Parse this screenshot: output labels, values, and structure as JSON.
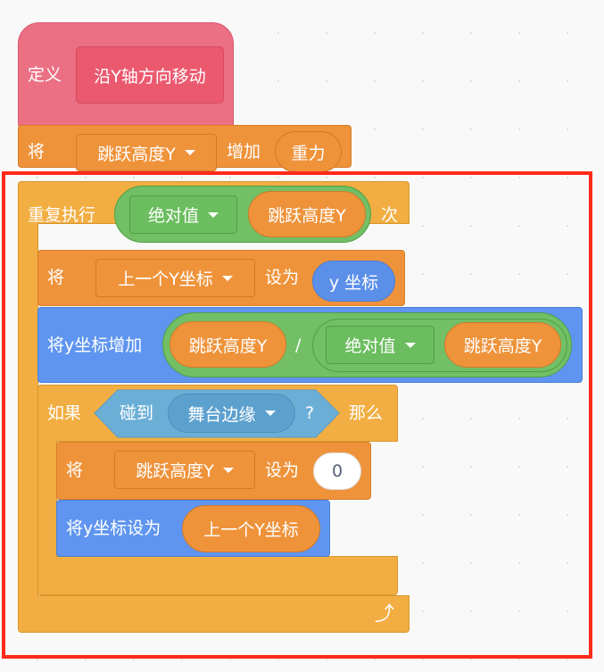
{
  "define_block": {
    "label": "定义",
    "name": "沿Y轴方向移动"
  },
  "change_var": {
    "label": "将",
    "variable": "跳跃高度Y",
    "op": "增加",
    "value": "重力"
  },
  "repeat": {
    "label": "重复执行",
    "func": "绝对值",
    "arg": "跳跃高度Y",
    "suffix": "次"
  },
  "set_prev": {
    "label": "将",
    "variable": "上一个Y坐标",
    "op": "设为",
    "value": "y 坐标"
  },
  "change_y": {
    "label": "将y坐标增加",
    "numerator": "跳跃高度Y",
    "divide": "/",
    "func": "绝对值",
    "arg": "跳跃高度Y"
  },
  "if_block": {
    "label": "如果",
    "sense_label": "碰到",
    "target": "舞台边缘",
    "q": "?",
    "then": "那么"
  },
  "set_zero": {
    "label": "将",
    "variable": "跳跃高度Y",
    "op": "设为",
    "value": "0"
  },
  "set_y": {
    "label": "将y坐标设为",
    "value": "上一个Y坐标"
  },
  "colors": {
    "highlight": "#ff2a1a",
    "control": "#f2ae42",
    "variables": "#ef933b",
    "motion": "#5f95f0",
    "operators": "#72bf65",
    "sensing": "#6cafd6",
    "custom": "#ec7084"
  }
}
